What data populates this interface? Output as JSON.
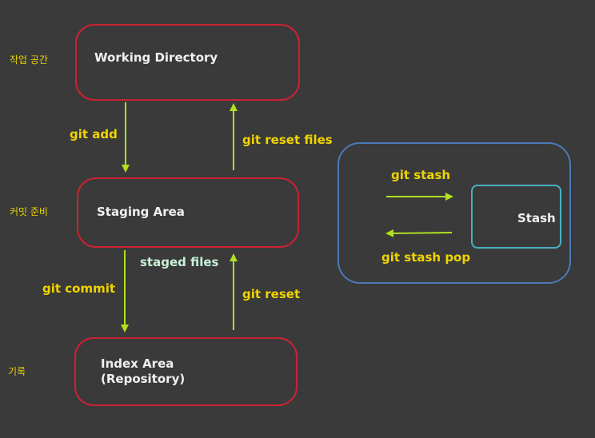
{
  "colors": {
    "background": "#3a3a3a",
    "box_border_red": "#cc2233",
    "stash_container_border": "#4a7ab8",
    "stash_box_border": "#4ab0c0",
    "arrow": "#b0e020",
    "command_text": "#f0d400",
    "staged_files_text": "#c8f0d8",
    "side_label_text": "#e8d400"
  },
  "side_labels": {
    "workspace": "작업 공간",
    "commit_prep": "커밋 준비",
    "record": "기록"
  },
  "areas": {
    "working_directory": "Working Directory",
    "staging_area": "Staging Area",
    "index_area": "Index Area\n(Repository)",
    "stash": "Stash"
  },
  "commands": {
    "git_add": "git add",
    "git_reset_files": "git reset files",
    "staged_files": "staged files",
    "git_commit": "git commit",
    "git_reset": "git reset",
    "git_stash": "git stash",
    "git_stash_pop": "git stash pop"
  },
  "arrow_icons": [
    "arrow-down-icon",
    "arrow-up-icon",
    "arrow-right-icon",
    "arrow-left-icon"
  ]
}
